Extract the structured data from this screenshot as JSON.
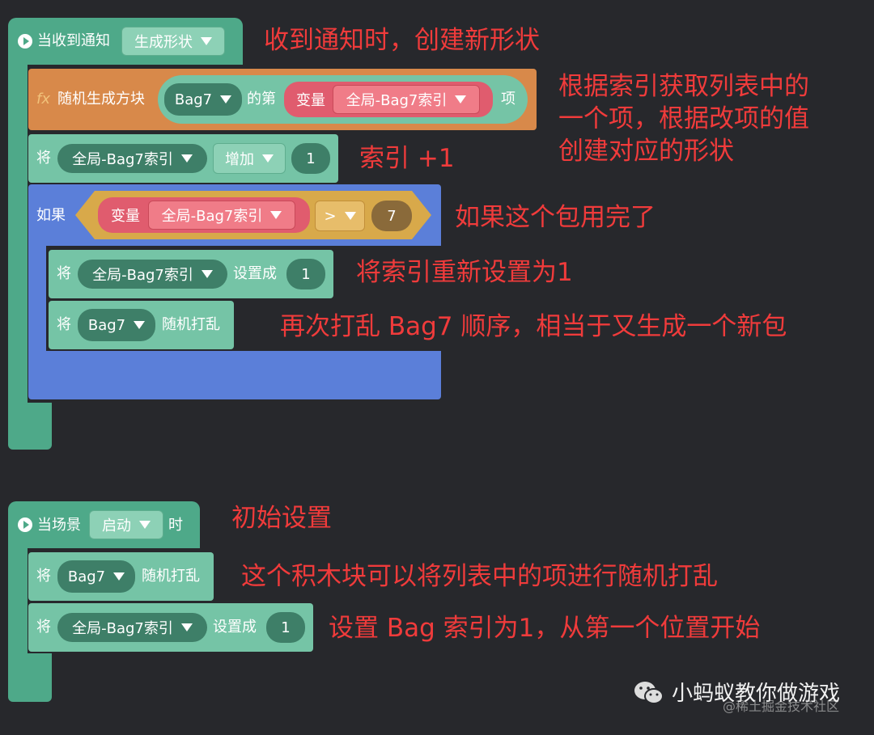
{
  "script1": {
    "hat_label": "当收到通知",
    "hat_dropdown": "生成形状",
    "func_icon": "fx",
    "func_label": "随机生成方块",
    "func_list": "Bag7",
    "func_of": "的第",
    "func_var_label": "变量",
    "func_var_name": "全局-Bag7索引",
    "func_item": "项",
    "inc_prefix": "将",
    "inc_var": "全局-Bag7索引",
    "inc_op": "增加",
    "inc_value": "1",
    "if_label": "如果",
    "if_var_label": "变量",
    "if_var_name": "全局-Bag7索引",
    "if_op": ">",
    "if_value": "7",
    "set_prefix": "将",
    "set_var": "全局-Bag7索引",
    "set_op": "设置成",
    "set_value": "1",
    "shuffle_prefix": "将",
    "shuffle_list": "Bag7",
    "shuffle_op": "随机打乱"
  },
  "script2": {
    "hat_label": "当场景",
    "hat_dropdown": "启动",
    "hat_suffix": "时",
    "shuffle_prefix": "将",
    "shuffle_list": "Bag7",
    "shuffle_op": "随机打乱",
    "set_prefix": "将",
    "set_var": "全局-Bag7索引",
    "set_op": "设置成",
    "set_value": "1"
  },
  "notes": {
    "n1": "收到通知时，创建新形状",
    "n2": "根据索引获取列表中的\n一个项，根据改项的值\n创建对应的形状",
    "n3": "索引 +1",
    "n4": "如果这个包用完了",
    "n5": "将索引重新设置为1",
    "n6": "再次打乱 Bag7 顺序，相当于又生成一个新包",
    "n7": "初始设置",
    "n8": "这个积木块可以将列表中的项进行随机打乱",
    "n9": "设置 Bag 索引为1，从第一个位置开始"
  },
  "watermark": {
    "brand": "小蚂蚁教你做游戏",
    "sub": "@稀土掘金技术社区",
    "icon": "wechat-icon"
  },
  "colors": {
    "background": "#27282c",
    "event_green": "#4ea989",
    "block_teal": "#75c4a6",
    "function_orange": "#d8894a",
    "control_blue": "#5b7fd9",
    "variable_red": "#e05c6e",
    "annotation_red": "#f03b3b"
  }
}
